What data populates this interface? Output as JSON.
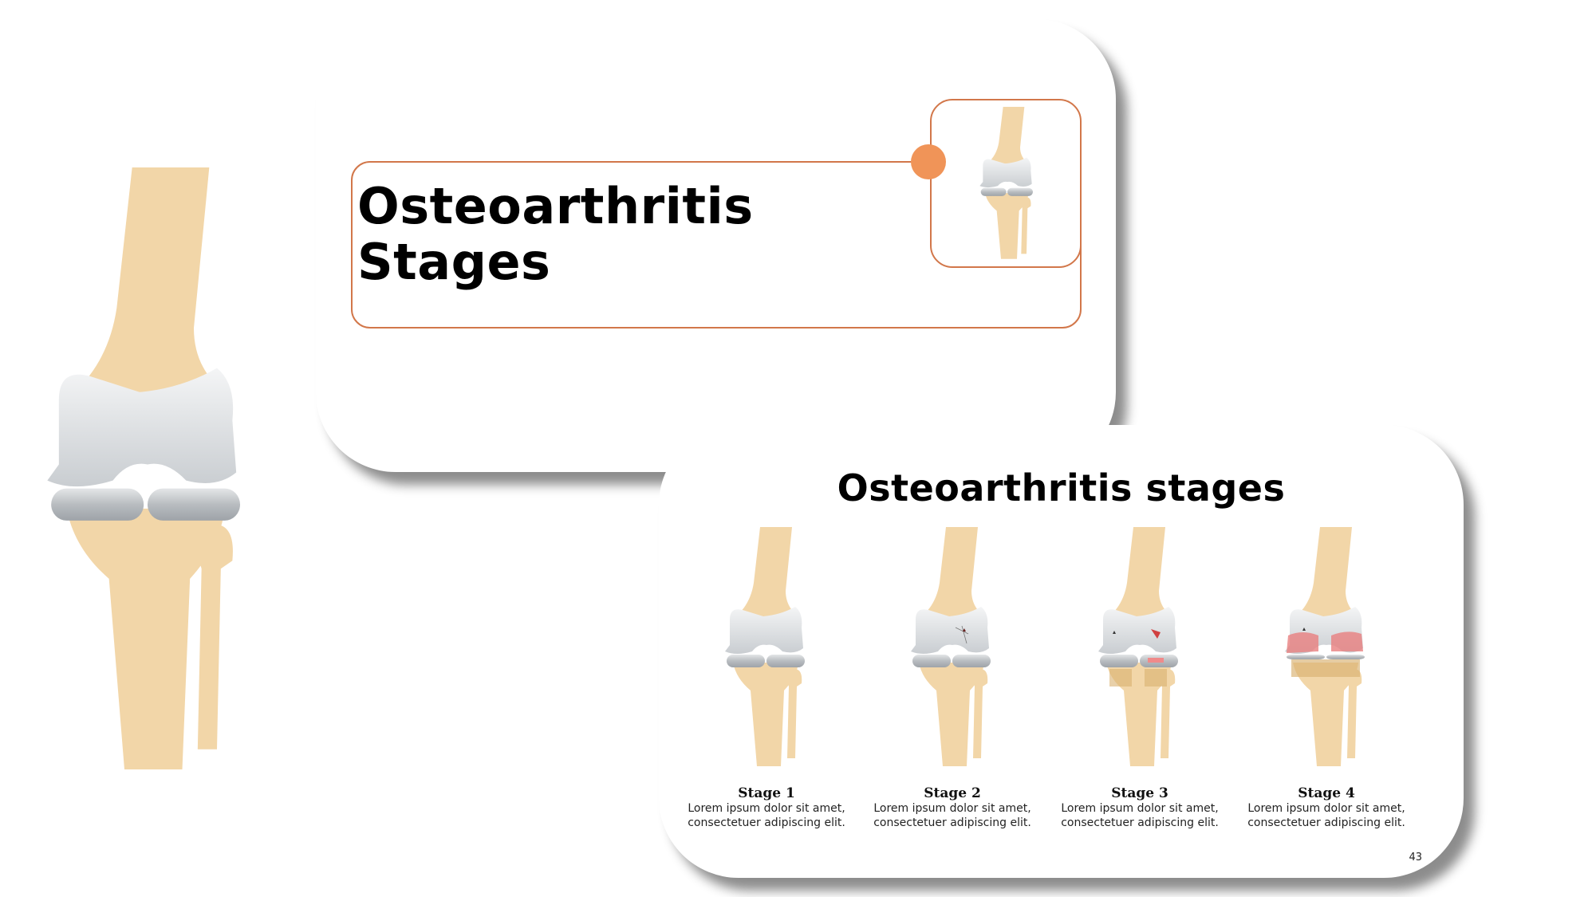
{
  "colors": {
    "accent": "#d2774a",
    "dot": "#f09458",
    "bone": "#f2d6a8",
    "cartilage": "#d9dcdf",
    "inflammation": "#e07070"
  },
  "icons": {
    "large_knee": "knee-joint-illustration",
    "thumbnail_knee": "knee-joint-illustration"
  },
  "title_slide": {
    "title_line1": "Osteoarthritis",
    "title_line2": "Stages"
  },
  "stages_slide": {
    "title": "Osteoarthritis stages",
    "stages": [
      {
        "name": "Stage 1",
        "desc_line1": "Lorem ipsum dolor sit amet,",
        "desc_line2": "consectetuer adipiscing  elit."
      },
      {
        "name": "Stage 2",
        "desc_line1": "Lorem ipsum dolor sit amet,",
        "desc_line2": "consectetuer adipiscing  elit."
      },
      {
        "name": "Stage 3",
        "desc_line1": "Lorem ipsum dolor sit amet,",
        "desc_line2": "consectetuer adipiscing  elit."
      },
      {
        "name": "Stage 4",
        "desc_line1": "Lorem ipsum dolor sit amet,",
        "desc_line2": "consectetuer adipiscing  elit."
      }
    ],
    "page_number": "43"
  }
}
